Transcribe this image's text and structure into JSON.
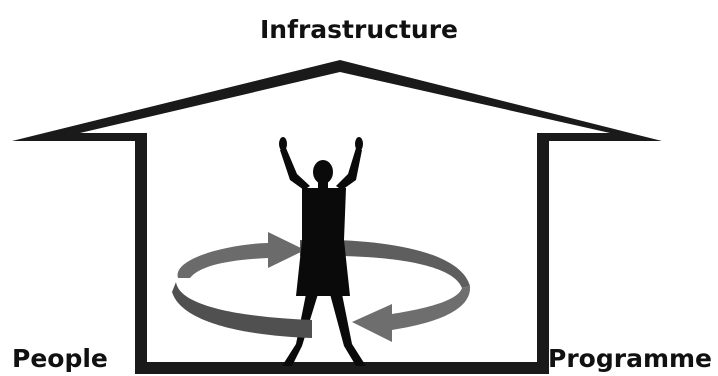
{
  "labels": {
    "top": "Infrastructure",
    "left": "People",
    "right": "Programme"
  },
  "colors": {
    "house": "#1a1a1a",
    "figure": "#0a0a0a",
    "arrow": "#6b6b6b",
    "arrow_dark": "#3a3a3a",
    "label": "#111111"
  },
  "icons": [
    "house-outline-icon",
    "dancer-figure-icon",
    "circular-arrows-icon"
  ]
}
